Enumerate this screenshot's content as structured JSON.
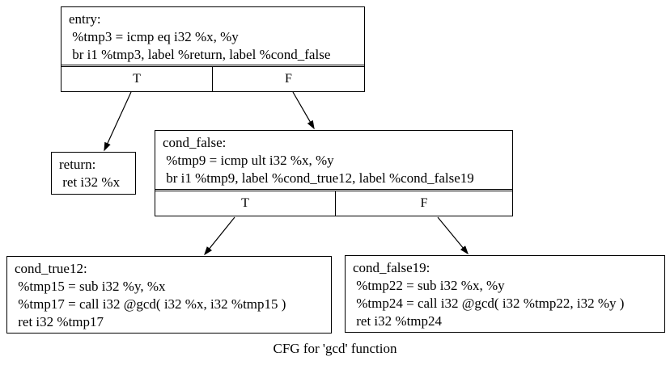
{
  "graph": {
    "caption": "CFG for 'gcd' function",
    "true_label": "T",
    "false_label": "F",
    "nodes": {
      "entry": {
        "lines": [
          "entry:",
          " %tmp3 = icmp eq i32 %x, %y",
          " br i1 %tmp3, label %return, label %cond_false"
        ]
      },
      "return": {
        "lines": [
          "return:",
          " ret i32 %x"
        ]
      },
      "cond_false": {
        "lines": [
          "cond_false:",
          " %tmp9 = icmp ult i32 %x, %y",
          " br i1 %tmp9, label %cond_true12, label %cond_false19"
        ]
      },
      "cond_true12": {
        "lines": [
          "cond_true12:",
          " %tmp15 = sub i32 %y, %x",
          " %tmp17 = call i32 @gcd( i32 %x, i32 %tmp15 )",
          " ret i32 %tmp17"
        ]
      },
      "cond_false19": {
        "lines": [
          "cond_false19:",
          " %tmp22 = sub i32 %x, %y",
          " %tmp24 = call i32 @gcd( i32 %tmp22, i32 %y )",
          " ret i32 %tmp24"
        ]
      }
    },
    "edges": [
      {
        "from": "entry",
        "branch": "T",
        "to": "return"
      },
      {
        "from": "entry",
        "branch": "F",
        "to": "cond_false"
      },
      {
        "from": "cond_false",
        "branch": "T",
        "to": "cond_true12"
      },
      {
        "from": "cond_false",
        "branch": "F",
        "to": "cond_false19"
      }
    ],
    "colors": {
      "stroke": "#000000",
      "background": "#ffffff"
    }
  }
}
